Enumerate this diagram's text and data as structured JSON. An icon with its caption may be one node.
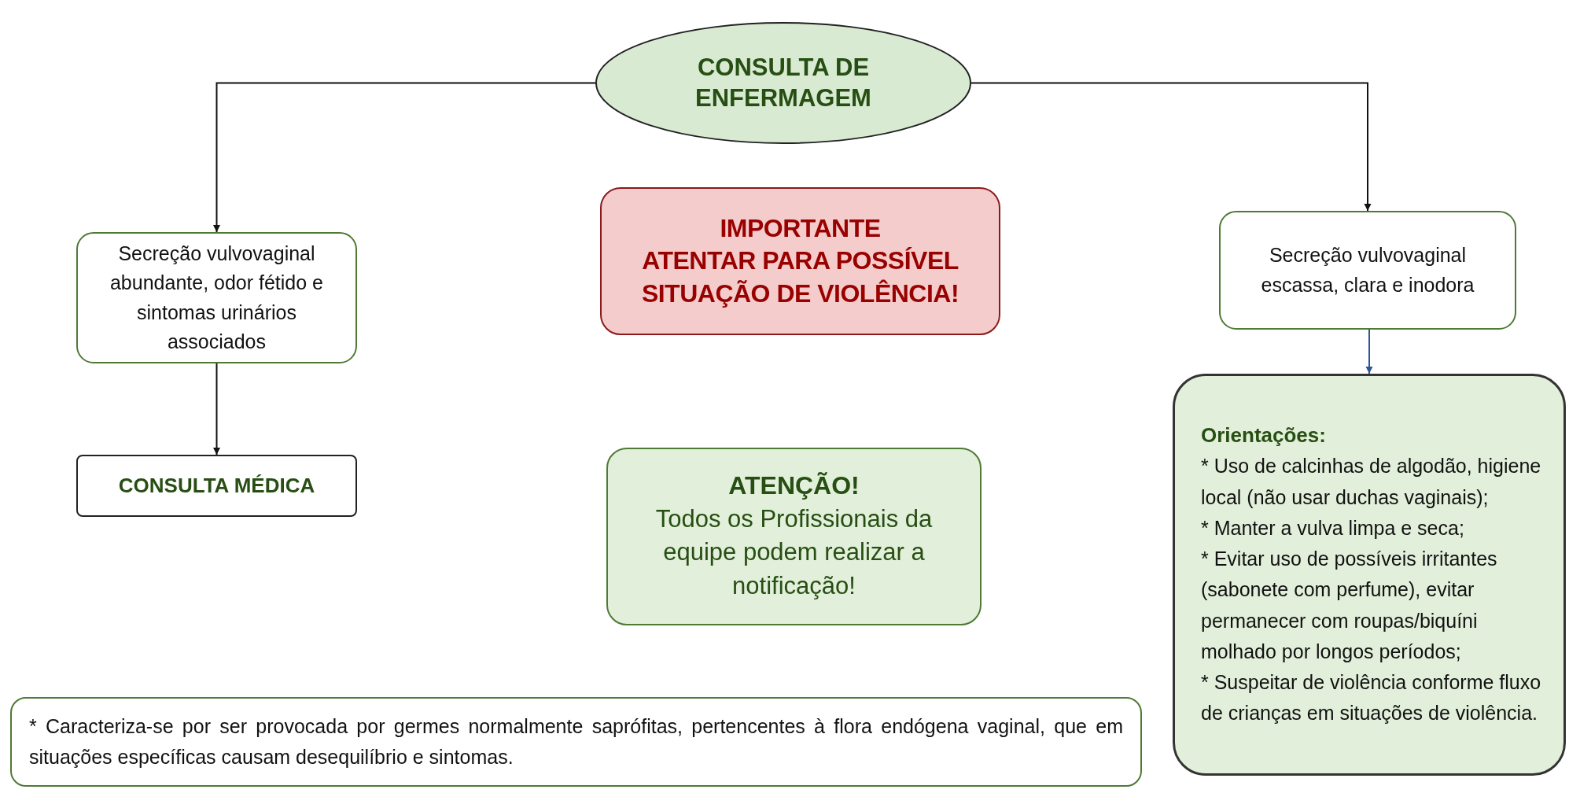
{
  "diagram": {
    "nodes": [
      {
        "text": [
          "CONSULTA DE ENFERMAGEM"
        ]
      },
      {
        "text": [
          "Secreção vulvovaginal abundante, odor fétido e sintomas urinários associados"
        ]
      },
      {
        "text": [
          "CONSULTA MÉDICA"
        ]
      },
      {
        "text": [
          "IMPORTANTE",
          "ATENTAR PARA POSSÍVEL SITUAÇÃO DE VIOLÊNCIA!"
        ]
      },
      {
        "text": [
          "Secreção vulvovaginal escassa, clara e inodora"
        ]
      },
      {
        "text": [
          "ATENÇÃO!",
          "Todos os Profissionais da equipe podem realizar a notificação!"
        ]
      },
      {
        "text": [
          "Orientações:",
          "* Uso de calcinhas de algodão, higiene local (não usar duchas vaginais);",
          "* Manter a vulva limpa e seca;",
          "* Evitar uso de possíveis irritantes (sabonete com perfume), evitar permanecer com roupas/biquíni molhado por longos períodos;",
          "* Suspeitar de violência conforme fluxo de crianças em situações de violência."
        ]
      },
      {
        "text": [
          "* Caracteriza-se por ser provocada por germes normalmente saprófitas, pertencentes à flora endógena vaginal, que em situações específicas causam desequilíbrio e sintomas."
        ]
      }
    ],
    "edges": [
      {
        "from": 0,
        "to": 1,
        "arrow": "to"
      },
      {
        "from": 0,
        "to": 4,
        "arrow": "to"
      },
      {
        "from": 1,
        "to": 2,
        "arrow": "to"
      },
      {
        "from": 4,
        "to": 6,
        "arrow": "to",
        "color": "#2f5597"
      }
    ]
  }
}
